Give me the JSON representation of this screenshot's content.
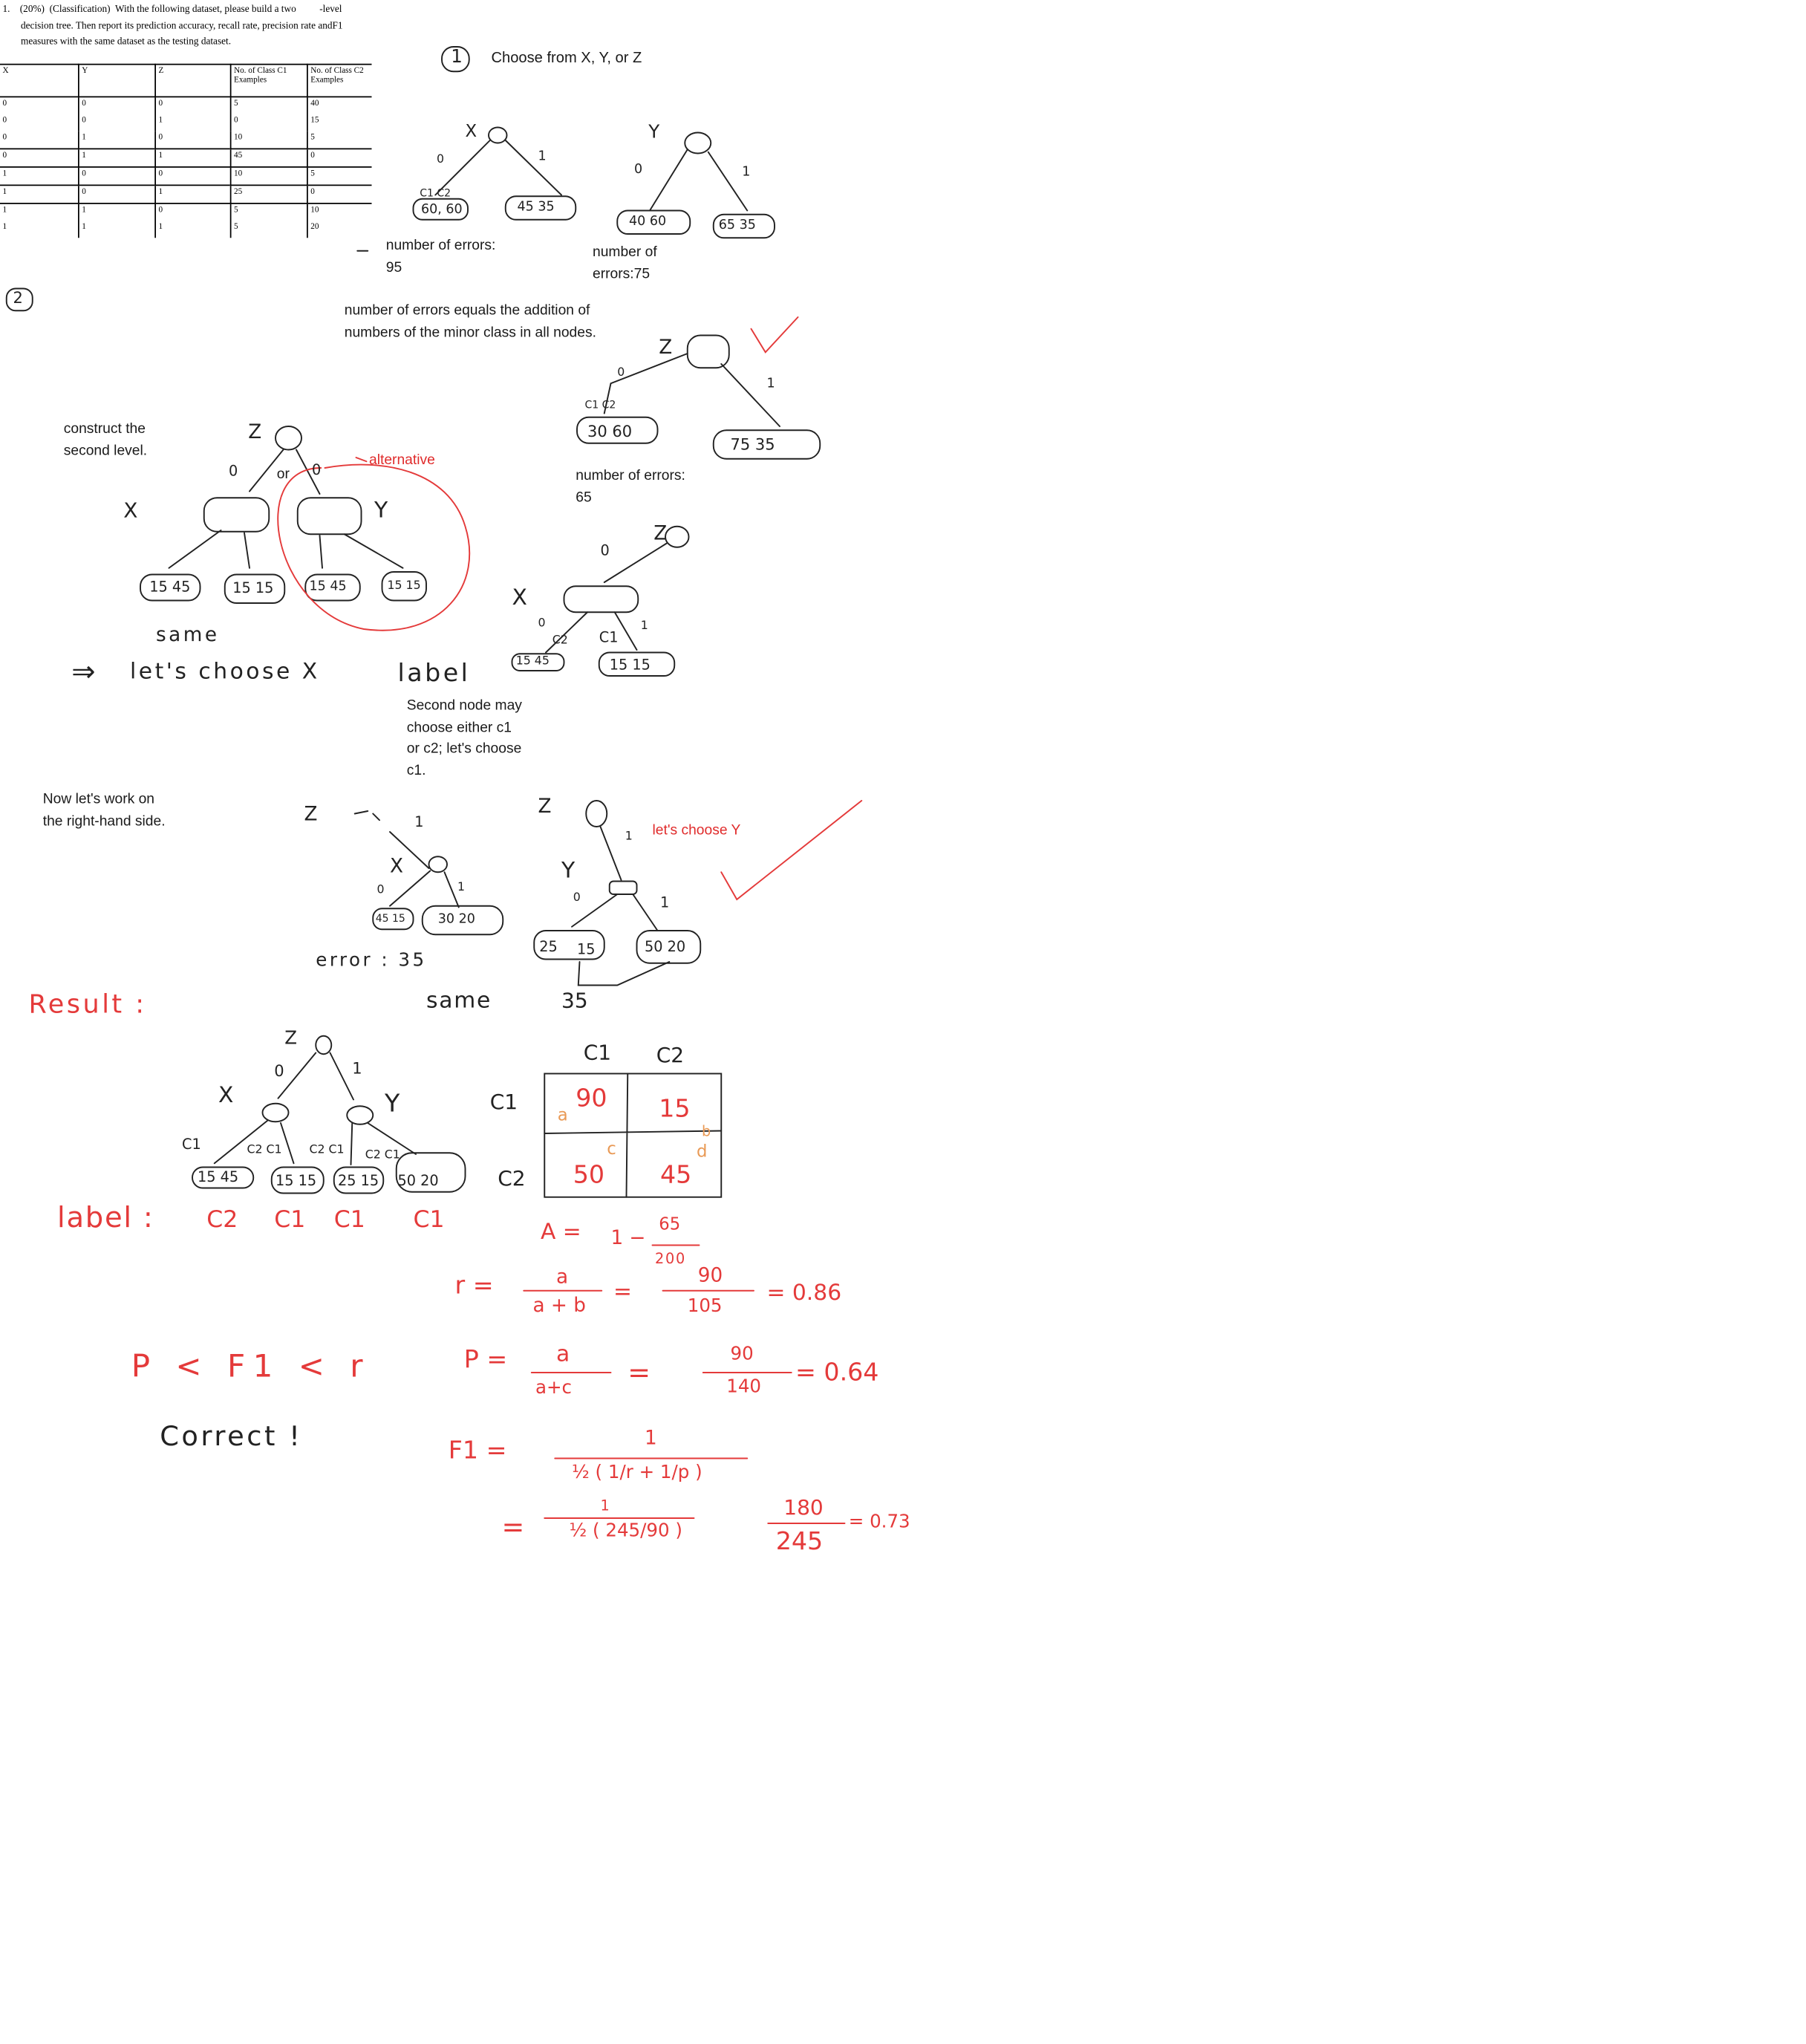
{
  "question": {
    "line1a": "1.    (20%)  (Classification)  With the following dataset, please build a two",
    "line1b": "-level",
    "line2": "decision tree. Then report its prediction accuracy, recall rate, precision rate andF1",
    "line3": "measures with the same dataset as the testing dataset."
  },
  "dataset": {
    "headers": [
      "X",
      "Y",
      "Z",
      "No.  of  Class  C1  Examples",
      "No.  of  Class  C2  Examples"
    ],
    "rows": [
      [
        "0",
        "0",
        "0",
        "5",
        "40"
      ],
      [
        "0",
        "0",
        "1",
        "0",
        "15"
      ],
      [
        "0",
        "1",
        "0",
        "10",
        "5"
      ],
      [
        "0",
        "1",
        "1",
        "45",
        "0"
      ],
      [
        "1",
        "0",
        "0",
        "10",
        "5"
      ],
      [
        "1",
        "0",
        "1",
        "25",
        "0"
      ],
      [
        "1",
        "1",
        "0",
        "5",
        "10"
      ],
      [
        "1",
        "1",
        "1",
        "5",
        "20"
      ]
    ]
  },
  "step1": {
    "number": "1",
    "title": "Choose from X, Y, or Z",
    "tree_x": {
      "root": "X",
      "left_edge": "0",
      "right_edge": "1",
      "left_leaf": "60, 60",
      "right_leaf": "45  35",
      "left_note": "C1 C2"
    },
    "tree_y": {
      "root": "Y",
      "left_edge": "0",
      "right_edge": "1",
      "left_leaf": "40  60",
      "right_leaf": "65  35"
    },
    "errors_x_label": "number of errors:",
    "errors_x_value": "95",
    "errors_y_label": "number of",
    "errors_y_value": "errors:75",
    "explanation_line1": "number of errors equals the addition of",
    "explanation_line2": "numbers of the minor class in all nodes.",
    "tree_z": {
      "root": "Z",
      "left_edge": "0",
      "right_edge": "1",
      "left_leaf": "30  60",
      "right_leaf": "75  35",
      "left_note": "C1 C2"
    },
    "errors_z_label": "number of errors:",
    "errors_z_value": "65"
  },
  "step2": {
    "number": "2",
    "construct_line1": "construct the",
    "construct_line2": "second level.",
    "root": "Z",
    "edge0": "0",
    "or": "or",
    "alternative": "alternative",
    "x_label": "X",
    "y_label": "Y",
    "leaves_x": [
      "15  45",
      "15  15"
    ],
    "leaves_y": [
      "15  45",
      "15  15"
    ],
    "same": "same",
    "choose_x": "let's choose X",
    "arrow": "⇒",
    "subtree": {
      "root": "Z",
      "edge0": "0",
      "x_label": "X",
      "edge1": "1",
      "leaf_left": "15 45",
      "leaf_right": "15  15",
      "label_left": "C2",
      "label_right": "C1"
    },
    "label_word": "label",
    "second_node_line1": "Second node may",
    "second_node_line2": "choose either c1",
    "second_node_line3": "or c2; let's choose",
    "second_node_line4": "c1."
  },
  "step3": {
    "right_line1": "Now let's work on",
    "right_line2": "the right-hand side.",
    "tree_x": {
      "root": "Z",
      "edge_top": "1",
      "x_label": "X",
      "edge0": "0",
      "edge1": "1",
      "leaf_left": "45  15",
      "leaf_right": "30  20"
    },
    "error_text": "error : 35",
    "tree_y": {
      "root": "Z",
      "edge_top": "1",
      "y_label": "Y",
      "edge0": "0",
      "edge1": "1",
      "leaf_left_a": "25",
      "leaf_left_b": "15",
      "leaf_right": "50  20",
      "sum": "35"
    },
    "choose_y": "let's choose Y",
    "same": "same"
  },
  "result": {
    "title": "Result :",
    "root": "Z",
    "edge0": "0",
    "edge1": "1",
    "left_attr": "X",
    "right_attr": "Y",
    "leaves": [
      "15  45",
      "15  15",
      "25  15",
      "50  20"
    ],
    "leaf_headers": [
      "C1",
      "C2  C1",
      "C2  C1",
      "C2  C1"
    ],
    "label_word": "label :",
    "labels": [
      "C2",
      "C1",
      "C1",
      "C1"
    ],
    "matrix": {
      "col_headers": [
        "C1",
        "C2"
      ],
      "row_headers": [
        "C1",
        "C2"
      ],
      "cells": [
        [
          "90",
          "15"
        ],
        [
          "50",
          "45"
        ]
      ],
      "cell_tags": [
        [
          "a",
          "b"
        ],
        [
          "c",
          "d"
        ]
      ]
    },
    "accuracy": {
      "lhs": "A =",
      "expr": "1 −",
      "num": "65",
      "den": "200"
    },
    "recall": {
      "lhs": "r =",
      "num": "a",
      "den": "a + b",
      "eq": "=",
      "num2": "90",
      "den2": "105",
      "value": "= 0.86"
    },
    "precision": {
      "lhs": "P =",
      "num": "a",
      "den": "a+c",
      "eq": "=",
      "num2": "90",
      "den2": "140",
      "value": "= 0.64"
    },
    "f1": {
      "lhs": "F1 =",
      "num": "1",
      "den": "½ ( 1/r + 1/p )",
      "eq": "=",
      "num2": "1",
      "den2": "½ ( 245/90 )",
      "num3": "180",
      "den3": "245",
      "value": "= 0.73"
    },
    "compare": "P < F1 < r",
    "correct": "Correct !"
  },
  "colors": {
    "ink": "#222222",
    "red": "#e43a3a",
    "text": "#1a1a1a"
  }
}
